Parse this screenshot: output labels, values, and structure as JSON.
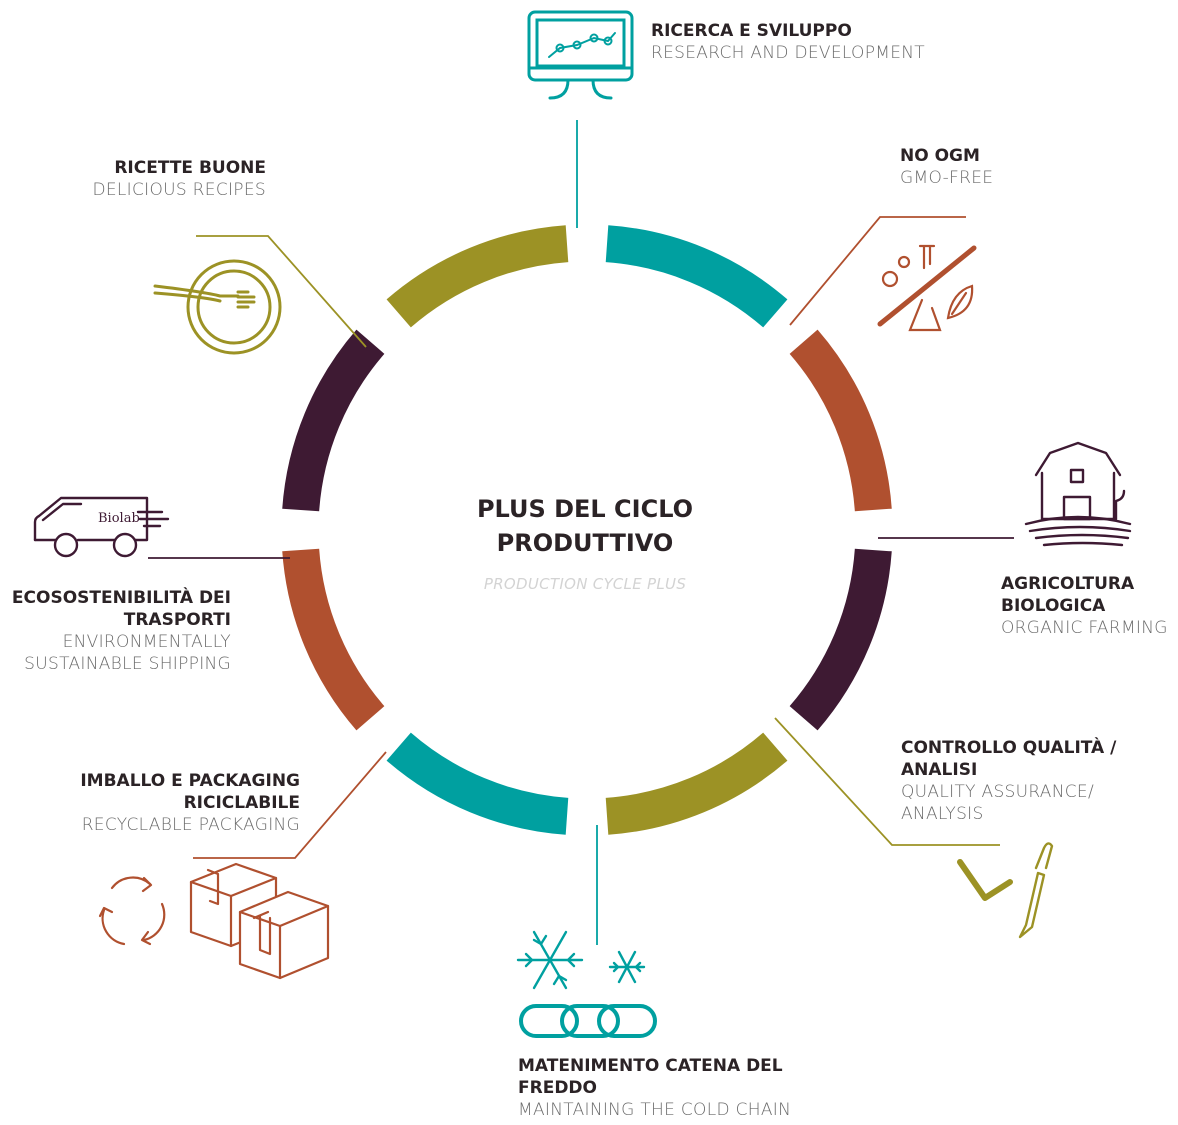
{
  "center": {
    "title": "PLUS DEL CICLO PRODUTTIVO",
    "subtitle": "PRODUCTION CYCLE PLUS"
  },
  "colors": {
    "teal": "#00a0a0",
    "rust": "#b0502f",
    "plum": "#3e1a33",
    "olive": "#9c9225"
  },
  "nodes": [
    {
      "it": "RICERCA E SVILUPPO",
      "en": "RESEARCH AND DEVELOPMENT",
      "icon": "monitor-chart-icon",
      "color": "teal"
    },
    {
      "it": "NO OGM",
      "en": "GMO-FREE",
      "icon": "flask-leaf-icon",
      "color": "rust"
    },
    {
      "it": "AGRICOLTURA BIOLOGICA",
      "en": "ORGANIC FARMING",
      "icon": "barn-icon",
      "color": "plum"
    },
    {
      "it": "CONTROLLO QUALITÀ / ANALISI",
      "en": "QUALITY ASSURANCE/ ANALYSIS",
      "icon": "pipette-check-icon",
      "color": "olive"
    },
    {
      "it": "MATENIMENTO CATENA DEL FREDDO",
      "en": "MAINTAINING THE COLD CHAIN",
      "icon": "snowflake-chain-icon",
      "color": "teal"
    },
    {
      "it": "IMBALLO E PACKAGING RICICLABILE",
      "en": "RECYCLABLE PACKAGING",
      "icon": "recycle-boxes-icon",
      "color": "rust"
    },
    {
      "it": "ECOSOSTENIBILITÀ DEI TRASPORTI",
      "en": "ENVIRONMENTALLY SUSTAINABLE SHIPPING",
      "icon": "delivery-van-icon",
      "color": "plum"
    },
    {
      "it": "RICETTE BUONE",
      "en": "DELICIOUS RECIPES",
      "icon": "plate-fork-icon",
      "color": "olive"
    }
  ],
  "van_logo": "Biolab"
}
